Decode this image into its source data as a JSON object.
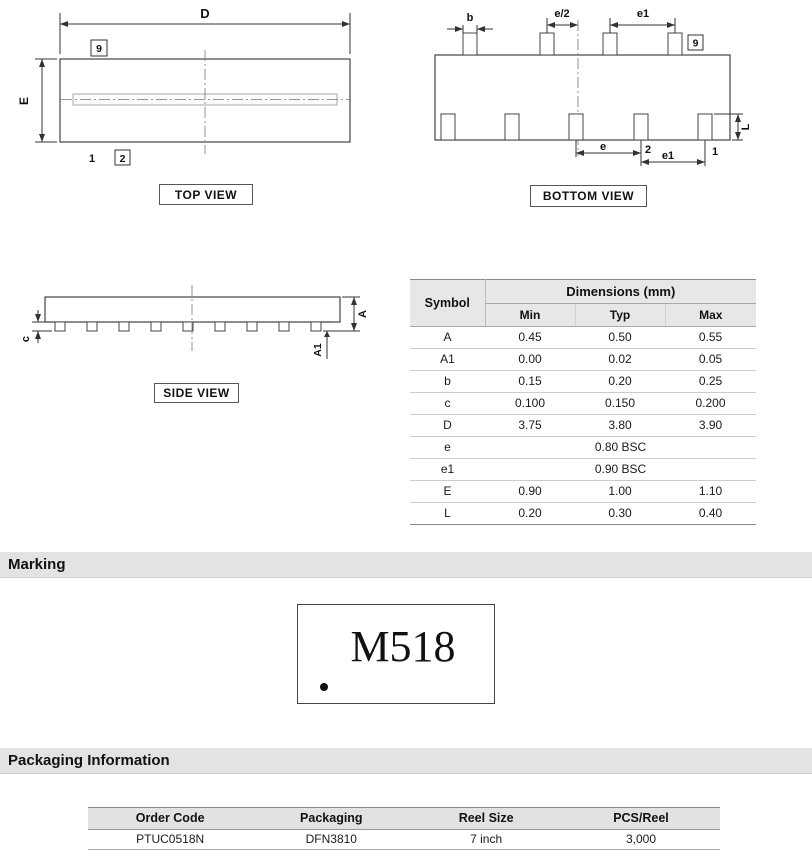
{
  "drawings": {
    "top_view": {
      "caption": "TOP VIEW",
      "labels": {
        "D": "D",
        "E": "E",
        "pin9": "9",
        "pin1": "1",
        "pin2": "2"
      }
    },
    "bottom_view": {
      "caption": "BOTTOM VIEW",
      "labels": {
        "b": "b",
        "e_half": "e/2",
        "e1_top": "e1",
        "pin9": "9",
        "L": "L",
        "e": "e",
        "pin2": "2",
        "e1_bottom": "e1",
        "pin1": "1"
      }
    },
    "side_view": {
      "caption": "SIDE VIEW",
      "labels": {
        "A": "A",
        "A1": "A1",
        "c": "c"
      }
    }
  },
  "dimensions_table": {
    "symbol_header": "Symbol",
    "group_header": "Dimensions (mm)",
    "min_header": "Min",
    "typ_header": "Typ",
    "max_header": "Max",
    "rows": [
      {
        "symbol": "A",
        "min": "0.45",
        "typ": "0.50",
        "max": "0.55"
      },
      {
        "symbol": "A1",
        "min": "0.00",
        "typ": "0.02",
        "max": "0.05"
      },
      {
        "symbol": "b",
        "min": "0.15",
        "typ": "0.20",
        "max": "0.25"
      },
      {
        "symbol": "c",
        "min": "0.100",
        "typ": "0.150",
        "max": "0.200"
      },
      {
        "symbol": "D",
        "min": "3.75",
        "typ": "3.80",
        "max": "3.90"
      },
      {
        "symbol": "e",
        "span": "0.80 BSC"
      },
      {
        "symbol": "e1",
        "span": "0.90 BSC"
      },
      {
        "symbol": "E",
        "min": "0.90",
        "typ": "1.00",
        "max": "1.10"
      },
      {
        "symbol": "L",
        "min": "0.20",
        "typ": "0.30",
        "max": "0.40"
      }
    ]
  },
  "marking": {
    "section_title": "Marking",
    "code": "M518"
  },
  "packaging": {
    "section_title": "Packaging Information",
    "headers": [
      "Order Code",
      "Packaging",
      "Reel Size",
      "PCS/Reel"
    ],
    "rows": [
      [
        "PTUC0518N",
        "DFN3810",
        "7 inch",
        "3,000"
      ]
    ]
  },
  "colors": {
    "section_bar_bg": "#e3e3e3",
    "table_header_bg": "#e7e7e7",
    "drawing_line": "#444444"
  }
}
